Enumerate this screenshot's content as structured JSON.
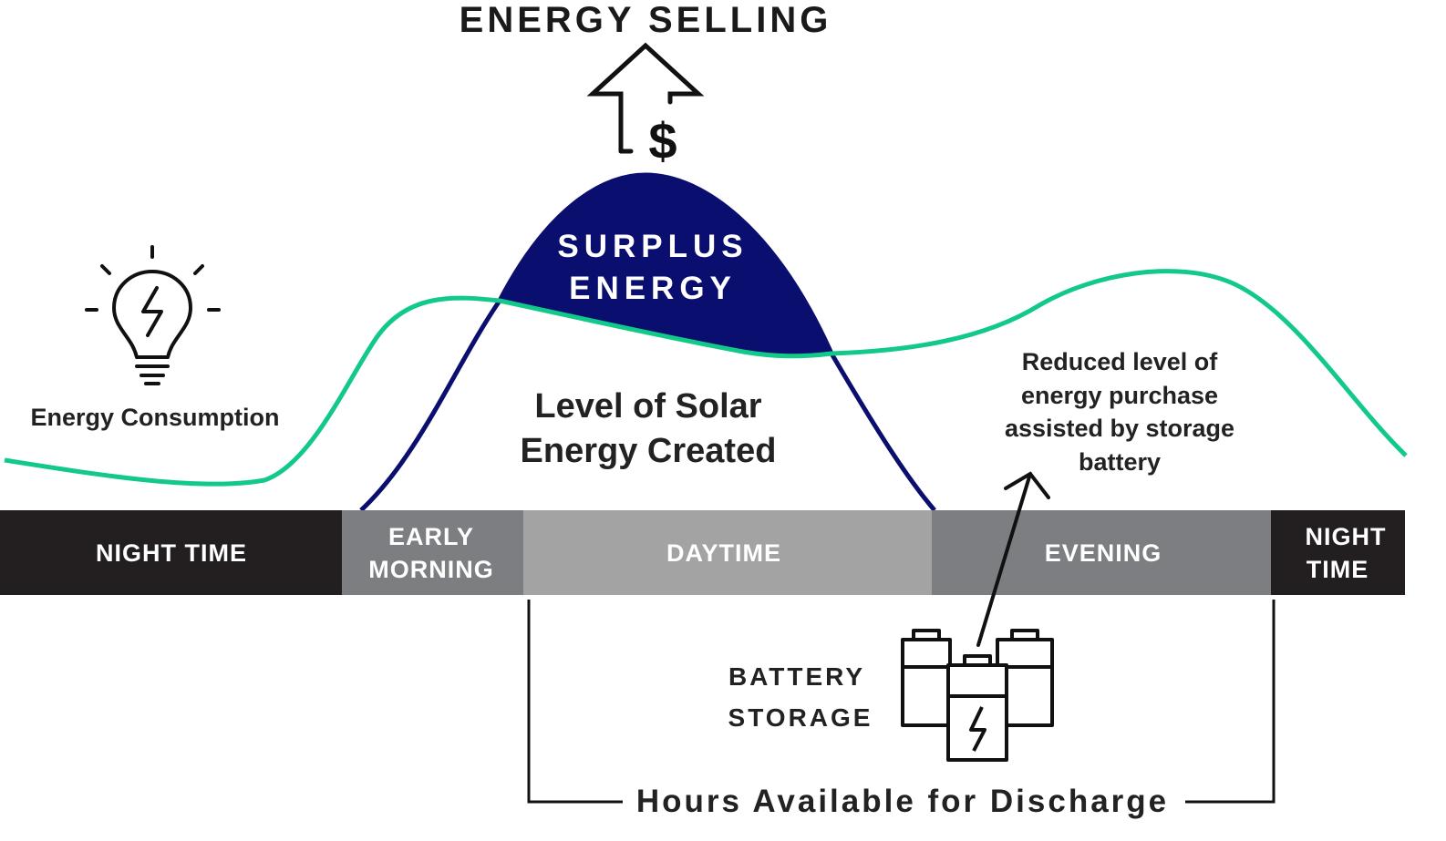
{
  "title": "ENERGY SELLING",
  "dollar_symbol": "$",
  "surplus_label": [
    "SURPLUS",
    "ENERGY"
  ],
  "solar_label": [
    "Level of Solar",
    "Energy Created"
  ],
  "consumption_label": "Energy Consumption",
  "reduced_label": [
    "Reduced level of",
    "energy purchase",
    "assisted by storage",
    "battery"
  ],
  "battery_label": [
    "BATTERY",
    "STORAGE"
  ],
  "hours_label": "Hours Available for Discharge",
  "timeline": [
    {
      "label": [
        "NIGHT TIME"
      ],
      "color": "#231f20"
    },
    {
      "label": [
        "EARLY",
        "MORNING"
      ],
      "color": "#7d7e81"
    },
    {
      "label": [
        "DAYTIME"
      ],
      "color": "#a3a3a4"
    },
    {
      "label": [
        "EVENING"
      ],
      "color": "#7d7e81"
    },
    {
      "label": [
        "NIGHT",
        "TIME"
      ],
      "color": "#231f20"
    }
  ],
  "colors": {
    "consumption_curve": "#12c98a",
    "solar_curve": "#0a0e6e",
    "text": "#1a1a1a"
  },
  "icons": [
    "up-arrow-icon",
    "dollar-icon",
    "light-bulb-icon",
    "battery-icon"
  ]
}
